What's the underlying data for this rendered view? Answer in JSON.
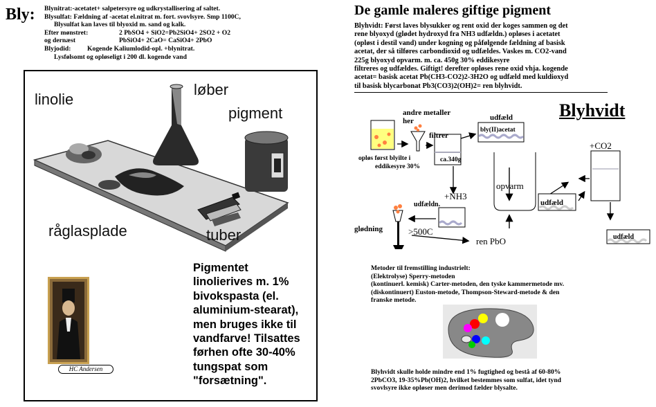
{
  "left": {
    "title": "Bly:",
    "notes": [
      "Blynitrat:-acetatet+ salpetersyre og udkrystallisering af saltet.",
      "Blysulfat: Fældning af -acetat el.nitrat m. fort. svovlsyre.  Smp 1100C,",
      "Blysulfat kan laves til blyoxid m. sand og kalk.",
      "Efter mønstret:",
      "2 PbSO4 + SiO2=Pb2SiO4+ 2SO2 + O2",
      "og dernæst",
      "PbSiO4+ 2CaO= CaSiO4+ 2PbO",
      "Blyjodid:",
      "Kogende Kaliumlodid-opl. +blynitrat.",
      "Lysfølsomt og opløseligt i 200 dl. kogende vand"
    ],
    "illustration": {
      "labels": {
        "linolie": "linolie",
        "lober": "løber",
        "pigment": "pigment",
        "raglasplade": "råglasplade",
        "tuber": "tuber"
      },
      "caption_lines": [
        "Pigmentet",
        "linolierives m. 1%",
        "bivokspasta (el.",
        "aluminium-stearat),",
        "men bruges ikke til",
        "vandfarve! Tilsattes",
        "førhen ofte 30-40%",
        "tungspat som",
        "\"forsætning\"."
      ],
      "portrait_caption": "HC Andersen"
    }
  },
  "right": {
    "title": "De gamle maleres giftige pigment",
    "intro_lines": [
      "Blyhvidt: Først laves blysukker og rent oxid der koges sammen og det",
      "rene blyoxyd (glødet hydroxyd fra NH3 udfældn.) opløses i acetatet",
      "(opløst i destil vand) under kogning og påfølgende fældning af basisk",
      "acetat, der så tilføres carbondioxid og udfældes. Vaskes m.  CO2-vand",
      "225g blyoxyd opvarm. m. ca.   450g 30% eddikesyre",
      "filtreres og udfældes. Giftigt! derefter opløses rene oxid vhja. kogende",
      "acetat= basisk acetat Pb(CH3-CO2)2-3H2O og udfæld med kuldioxyd",
      "til basisk blycarbonat Pb3(CO3)2(OH)2= ren blyhvidt."
    ],
    "diagram": {
      "title": "Blyhvidt",
      "labels": {
        "andre_metaller": "andre metaller",
        "her": "her",
        "filtrer": "filtrer",
        "udfaeld_top": "udfæld",
        "bly_acetat": "bly(II)acetat",
        "co2": "+CO2",
        "opl_line1": "opløs først blyilte i",
        "opl_line2": "eddikesyre 30%",
        "ca340": "ca.340g",
        "opvarm": "opvarm",
        "udfaeld_mid": "udfæld",
        "nh3": "+NH3",
        "udfaeldn": "udfældn.",
        "glodning": "glødning",
        "gt500": ">500C",
        "ren_pbo": "ren PbO",
        "udfaeld_right": "udfæld"
      }
    },
    "methods_lines": [
      "Metoder til fremstilling industrielt:",
      "(Elektrolyse) Sperry-metoden",
      "(kontinuerl. kemisk) Carter-metoden, den tyske kammermetode mv.",
      "(diskontinuert) Euston-metode, Thompson-Steward-metode & den",
      "franske metode."
    ],
    "footer_lines": [
      "Blyhvidt skulle holde mindre end 1% fugtighed og bestå af 60-80%",
      "2PbCO3, 19-35%Pb(OH)2, hvilket bestemmes som sulfat, idet tynd",
      "svovlsyre ikke opløser men derimod fælder blysalte."
    ],
    "palette_colors": [
      "#ff0000",
      "#ffff00",
      "#ff00ff",
      "#0000ff",
      "#00ffff",
      "#00cc00",
      "#ffffff"
    ]
  }
}
